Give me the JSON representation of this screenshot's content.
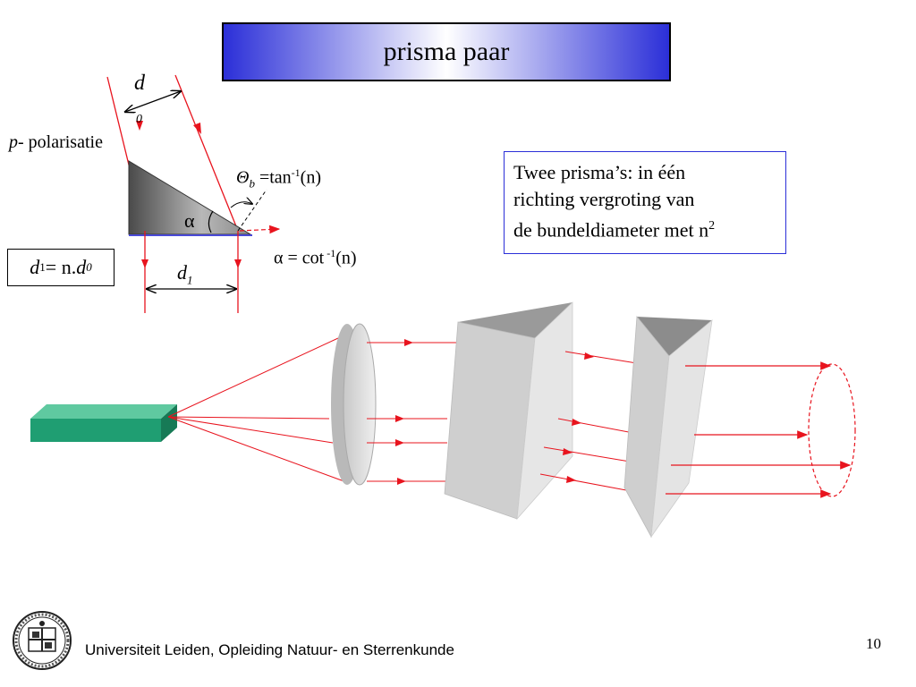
{
  "title": "prisma paar",
  "labels": {
    "d": "d",
    "d_sub": "0",
    "p": "p",
    "polarisatie": "- polarisatie",
    "theta": "Θ",
    "theta_sub": "b",
    "theta_eq": " =tan",
    "theta_sup": "-1",
    "theta_arg": "(n)",
    "alpha": "α",
    "alpha_eq": "α = cot",
    "alpha_sup": " -1",
    "alpha_arg": "(n)",
    "d1": "d",
    "d1_sub": "1",
    "formula_d": "d",
    "formula_sub1": "1",
    "formula_mid": " = n.",
    "formula_d2": "d",
    "formula_sub0": "0"
  },
  "info": {
    "line1": "Twee prisma’s: in één",
    "line2": "richting vergroting van",
    "line3": "de bundeldiameter met n",
    "sup": "2"
  },
  "footer": {
    "text": "Universiteit Leiden, Opleiding Natuur- en Sterrenkunde",
    "page": "10"
  },
  "colors": {
    "beam": "#e8141e",
    "title_blue": "#2b2fd8",
    "laser": "#1f9e72"
  }
}
